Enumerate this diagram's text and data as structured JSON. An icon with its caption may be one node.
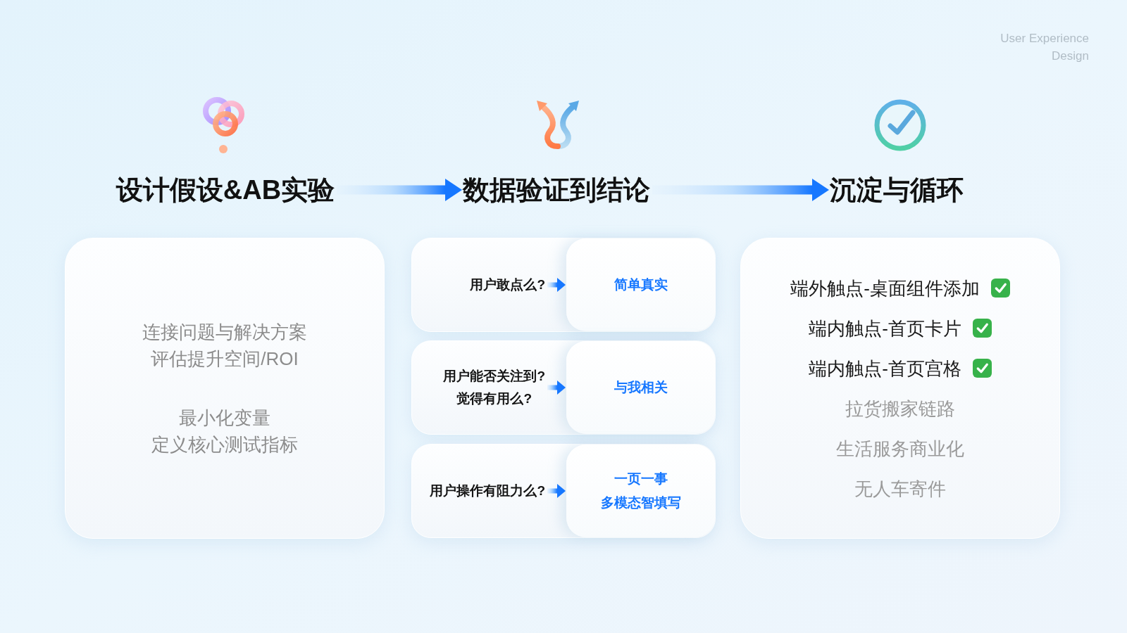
{
  "diagram": {
    "nodes": [
      {
        "text": [
          "设计假设&AB实验"
        ]
      },
      {
        "text": [
          "数据验证到结论"
        ]
      },
      {
        "text": [
          "沉淀与循环"
        ]
      },
      {
        "text": [
          "连接问题与解决方案",
          "评估提升空间/ROI",
          "最小化变量",
          "定义核心测试指标"
        ]
      },
      {
        "text": [],
        "shape": "box"
      },
      {
        "text": [
          "用户敢点么?"
        ],
        "in": 4
      },
      {
        "text": [
          "简单真实"
        ],
        "in": 4
      },
      {
        "text": [],
        "shape": "box"
      },
      {
        "text": [
          "用户能否关注到?",
          "觉得有用么?"
        ],
        "in": 7
      },
      {
        "text": [
          "与我相关"
        ],
        "in": 7
      },
      {
        "text": [],
        "shape": "box"
      },
      {
        "text": [
          "用户操作有阻力么?"
        ],
        "in": 10
      },
      {
        "text": [
          "一页一事",
          "多模态智填写"
        ],
        "in": 10
      },
      {
        "text": [
          "端外触点-桌面组件添加",
          "端内触点-首页卡片",
          "端内触点-首页宫格",
          "拉货搬家链路",
          "生活服务商业化",
          "无人车寄件"
        ]
      }
    ],
    "edges": [
      {
        "from": 0,
        "to": 1,
        "arrow": "to",
        "style": "thick"
      },
      {
        "from": 1,
        "to": 2,
        "arrow": "to",
        "style": "thick"
      },
      {
        "from": 5,
        "to": 6,
        "arrow": "to"
      },
      {
        "from": 8,
        "to": 9,
        "arrow": "to"
      },
      {
        "from": 11,
        "to": 12,
        "arrow": "to"
      }
    ],
    "labels": [
      "User Experience Design"
    ]
  }
}
